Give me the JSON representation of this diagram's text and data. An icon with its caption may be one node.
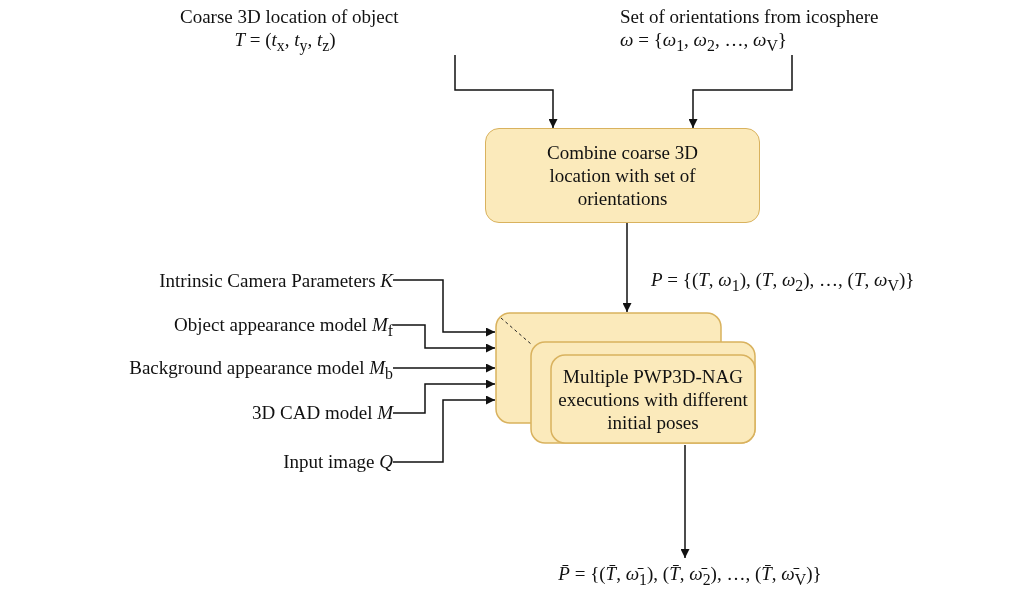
{
  "diagram": {
    "nodes": [
      {
        "text": [
          "Coarse 3D location of object",
          "*T* = (*t*$_{x}$, *t*$_{y}$, *t*$_{z}$)"
        ]
      },
      {
        "text": [
          "Set of orientations from icosphere",
          "*ω* = {*ω*$_{1}$, *ω*$_{2}$, …, *ω*$_{V}$}"
        ]
      },
      {
        "text": [
          "Combine coarse 3D location with set of orientations"
        ]
      },
      {
        "text": [
          "Multiple PWP3D-NAG executions with different initial poses"
        ]
      },
      {
        "text": [
          "Intrinsic Camera  Parameters *K*"
        ]
      },
      {
        "text": [
          "Object appearance model *M*$_{f}$"
        ]
      },
      {
        "text": [
          "Background appearance model *M*$_{b}$"
        ]
      },
      {
        "text": [
          "3D CAD  model *M*"
        ]
      },
      {
        "text": [
          "Input image *Q*"
        ]
      },
      {
        "text": [
          "*P̄* = {(*T̄*, *ω̄*$_{1}$), (*T̄*, *ω̄*$_{2}$), …, (*T̄*, *ω̄*$_{V}$)}"
        ]
      }
    ],
    "edges": [
      {
        "from": 0,
        "to": 2,
        "arrow": "to"
      },
      {
        "from": 1,
        "to": 2,
        "arrow": "to"
      },
      {
        "from": 2,
        "to": 3,
        "arrow": "to",
        "label": "*P* = {(*T*, *ω*$_{1}$), (*T*, *ω*$_{2}$), …, (*T*, *ω*$_{V}$)}"
      },
      {
        "from": 4,
        "to": 3,
        "arrow": "to"
      },
      {
        "from": 5,
        "to": 3,
        "arrow": "to"
      },
      {
        "from": 6,
        "to": 3,
        "arrow": "to"
      },
      {
        "from": 7,
        "to": 3,
        "arrow": "to"
      },
      {
        "from": 8,
        "to": 3,
        "arrow": "to"
      },
      {
        "from": 3,
        "to": 9,
        "arrow": "to"
      }
    ]
  }
}
